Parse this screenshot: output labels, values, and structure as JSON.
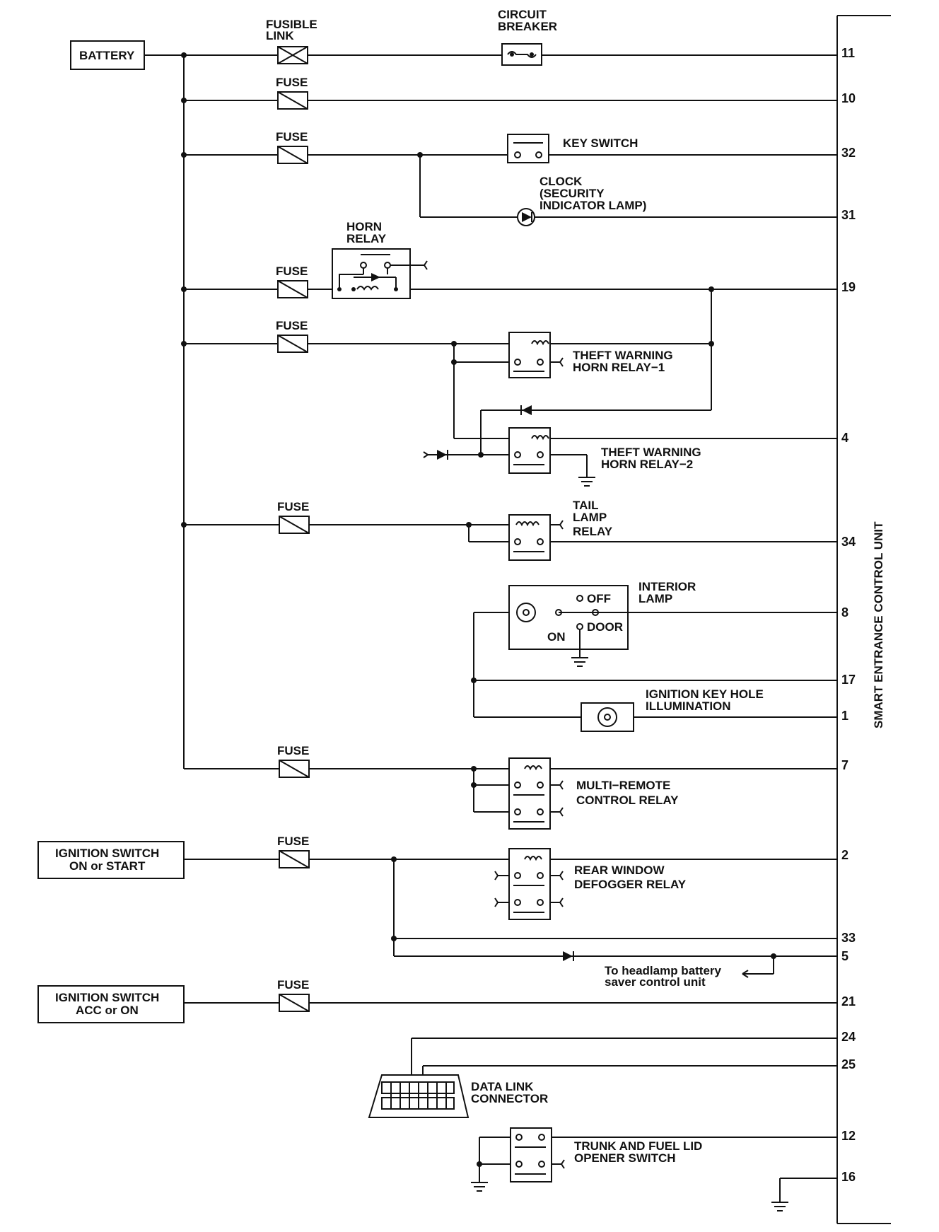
{
  "labels": {
    "battery": "BATTERY",
    "fusible_link_1": "FUSIBLE",
    "fusible_link_2": "LINK",
    "circuit_breaker_1": "CIRCUIT",
    "circuit_breaker_2": "BREAKER",
    "fuse": "FUSE",
    "key_switch": "KEY SWITCH",
    "clock_1": "CLOCK",
    "clock_2": "(SECURITY",
    "clock_3": "INDICATOR LAMP)",
    "horn_relay_1": "HORN",
    "horn_relay_2": "RELAY",
    "theft1_1": "THEFT WARNING",
    "theft1_2": "HORN RELAY−1",
    "theft2_1": "THEFT WARNING",
    "theft2_2": "HORN RELAY−2",
    "tail_1": "TAIL",
    "tail_2": "LAMP",
    "tail_3": "RELAY",
    "interior_1": "INTERIOR",
    "interior_2": "LAMP",
    "off": "OFF",
    "door": "DOOR",
    "on": "ON",
    "keyhole_1": "IGNITION KEY HOLE",
    "keyhole_2": "ILLUMINATION",
    "multi_1": "MULTI−REMOTE",
    "multi_2": "CONTROL RELAY",
    "ign1_1": "IGNITION SWITCH",
    "ign1_2": "ON or START",
    "defog_1": "REAR WINDOW",
    "defog_2": "DEFOGGER RELAY",
    "headlamp_1": "To headlamp battery",
    "headlamp_2": "saver control unit",
    "ign2_1": "IGNITION SWITCH",
    "ign2_2": "ACC or ON",
    "dlc_1": "DATA LINK",
    "dlc_2": "CONNECTOR",
    "trunk_1": "TRUNK AND FUEL LID",
    "trunk_2": "OPENER SWITCH",
    "unit": "SMART ENTRANCE CONTROL UNIT"
  },
  "pins": {
    "p11": "11",
    "p10": "10",
    "p32": "32",
    "p31": "31",
    "p19": "19",
    "p4": "4",
    "p34": "34",
    "p8": "8",
    "p17": "17",
    "p1": "1",
    "p7": "7",
    "p2": "2",
    "p33": "33",
    "p5": "5",
    "p21": "21",
    "p24": "24",
    "p25": "25",
    "p12": "12",
    "p16": "16"
  }
}
